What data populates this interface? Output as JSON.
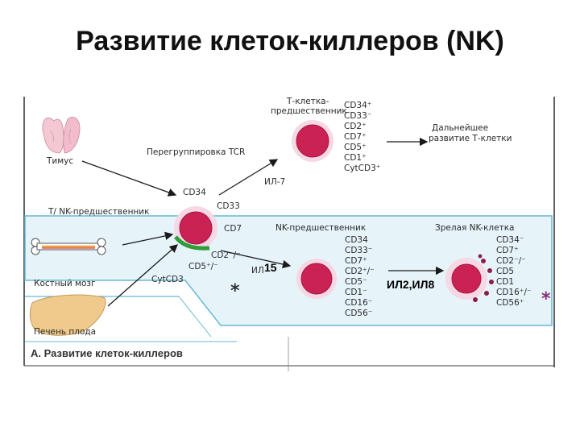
{
  "title": "Развитие клеток-киллеров (NK)",
  "colors": {
    "cell_fill": "#d92a5a",
    "cell_halo": "#f6d8e4",
    "band_fill": "#e6f4fa",
    "band_border": "#66b8d4",
    "arrow": "#1a1a1a",
    "star_dark": "#333333",
    "star_purple": "#8b2f7a",
    "nk_granule": "#8b1d4a",
    "contact_green": "#2e9e3a"
  },
  "icons": {
    "thymus": "thymus-icon",
    "bone": "bone-icon",
    "liver": "liver-icon"
  },
  "organs": {
    "thymus": "Тимус",
    "bone_marrow": "Костный мозг",
    "fetal_liver": "Печень плода"
  },
  "t_precursor": {
    "label_line1": "Т-клетка-",
    "label_line2": "предшественник",
    "markers": [
      "CD34⁺",
      "CD33⁻",
      "CD2⁺",
      "CD7⁺",
      "CD5⁺",
      "CD1⁺",
      "CytCD3⁺"
    ]
  },
  "further": {
    "line1": "Дальнейшее",
    "line2": "развитие Т-клетки"
  },
  "tcr": "Перегруппировка TCR",
  "il7": "ИЛ-7",
  "tnk_precursor": {
    "label": "Т/ NK-предшественник",
    "markers_top": [
      "CD34",
      "CD33",
      "CD7"
    ],
    "markers_bottom": [
      "CD2⁻/⁻",
      "CD5⁺/⁻",
      "CytCD3"
    ]
  },
  "nk_precursor": {
    "label": "NK-предшественник",
    "markers": [
      "CD34",
      "CD33⁻",
      "CD7⁺",
      "CD2⁺/⁻",
      "CD5⁻",
      "CD1⁻",
      "CD16⁻",
      "CD56⁻"
    ]
  },
  "il15": {
    "prefix": "ИЛ",
    "number": "15"
  },
  "il2_il8": "ИЛ2,ИЛ8",
  "mature_nk": {
    "label": "Зрелая NK-клетка",
    "markers": [
      "CD34⁻",
      "CD7⁺",
      "CD2⁻/⁻",
      "CD5",
      "CD1",
      "CD16⁺/⁻",
      "CD56⁺"
    ]
  },
  "star": "*",
  "caption": "А. Развитие клеток-киллеров"
}
